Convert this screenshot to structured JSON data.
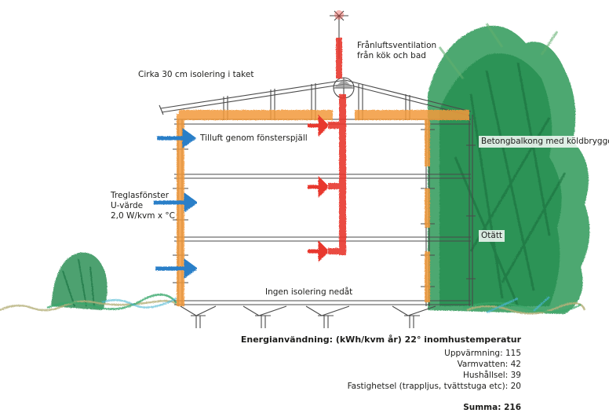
{
  "labels": {
    "exhaust": [
      "Frånluftsventilation",
      "från kök och bad"
    ],
    "roof_insulation": "Cirka 30 cm isolering i taket",
    "supply_air": "Tilluft genom fönsterspjäll",
    "windows": [
      "Treglasfönster",
      "U-värde",
      "2,0 W/kvm x °C"
    ],
    "balcony": "Betongbalkong med köldbryggor",
    "leaky": "Otätt",
    "floor": "Ingen isolering nedåt"
  },
  "energy": {
    "title": "Energianvändning:  (kWh/kvm år) 22° inomhustemperatur",
    "items": [
      {
        "label": "Uppvärmning",
        "value": 115
      },
      {
        "label": "Varmvatten",
        "value": 42
      },
      {
        "label": "Hushållsel",
        "value": 39
      },
      {
        "label": "Fastighetsel (trappljus, tvättstuga etc)",
        "value": 20
      }
    ],
    "sum_label": "Summa",
    "sum_value": 216
  },
  "colors": {
    "insulation": "#f39a3a",
    "exhaust": "#e8392f",
    "supply": "#2a7fc8",
    "tree_dark": "#1e8a4c",
    "tree_light": "#5fae6e",
    "grass": "#b5b07a",
    "line": "#4a4a4a"
  }
}
